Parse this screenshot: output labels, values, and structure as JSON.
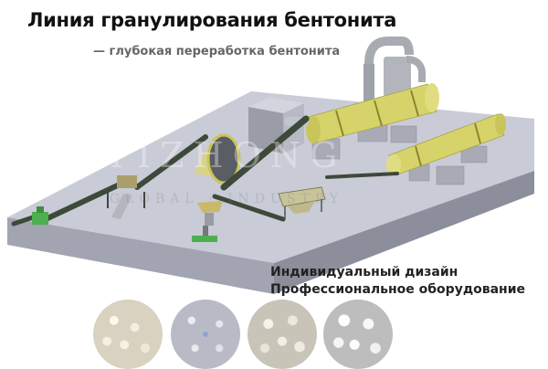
{
  "header": {
    "title": "Линия гранулирования бентонита",
    "subtitle": "— глубокая переработка бентонита"
  },
  "slogan": {
    "line1": "Индивидуальный дизайн",
    "line2": "Профессиональное оборудование"
  },
  "watermark": {
    "brand": "YIZHONG",
    "tagline": "GLOBAL  ·  INDUSTRY"
  },
  "equipment": [
    {
      "name": "crusher",
      "color": "#4caf50"
    },
    {
      "name": "belt-conveyor",
      "color": "#3d4a3a"
    },
    {
      "name": "pan-granulator",
      "color": "#5a5d63"
    },
    {
      "name": "rotary-dryer",
      "color": "#d6d36a"
    },
    {
      "name": "rotary-cooler",
      "color": "#d6d36a"
    },
    {
      "name": "cyclone-dust-collector",
      "color": "#a9abb3"
    },
    {
      "name": "rotary-screener",
      "color": "#c8c49a"
    },
    {
      "name": "packing-machine",
      "color": "#c9b96a"
    }
  ],
  "samples": [
    {
      "label": "granules-sample-1",
      "bg": "#e9e4d6"
    },
    {
      "label": "granules-sample-2",
      "bg": "#c9cbd3"
    },
    {
      "label": "granules-sample-3",
      "bg": "#ddd9cf"
    },
    {
      "label": "granules-sample-4",
      "bg": "#e6e6e6"
    }
  ],
  "colors": {
    "platform_top": "#c9cbd6",
    "platform_side": "#8c8e9c",
    "platform_front": "#a2a4b2"
  }
}
